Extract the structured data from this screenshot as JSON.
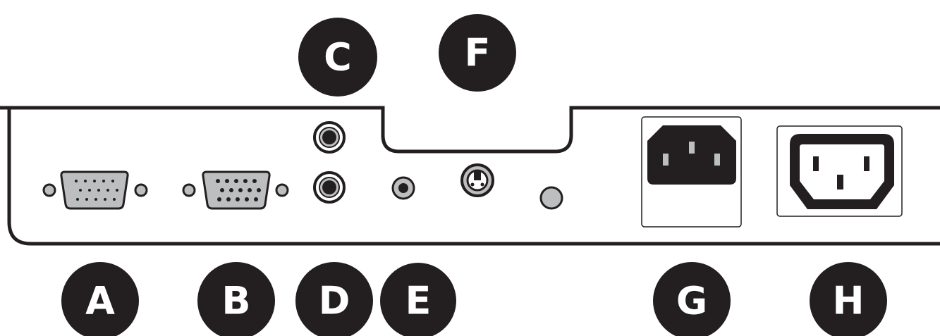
{
  "callouts": {
    "a": "A",
    "b": "B",
    "c": "C",
    "d": "D",
    "e": "E",
    "f": "F",
    "g": "G",
    "h": "H"
  },
  "colors": {
    "callout_fill": "#231f20",
    "outline": "#231f20",
    "port_gray": "#bcbec0",
    "port_dark": "#231f20",
    "background": "#ffffff"
  },
  "icons": {
    "a": "vga-port-icon",
    "b": "vga-port-icon",
    "c": "rca-jack-icon",
    "d": "rca-jack-icon",
    "e": "audio-jack-icon",
    "f": "s-video-port-icon",
    "g": "power-inlet-c14-icon",
    "h": "power-outlet-c13-icon"
  }
}
